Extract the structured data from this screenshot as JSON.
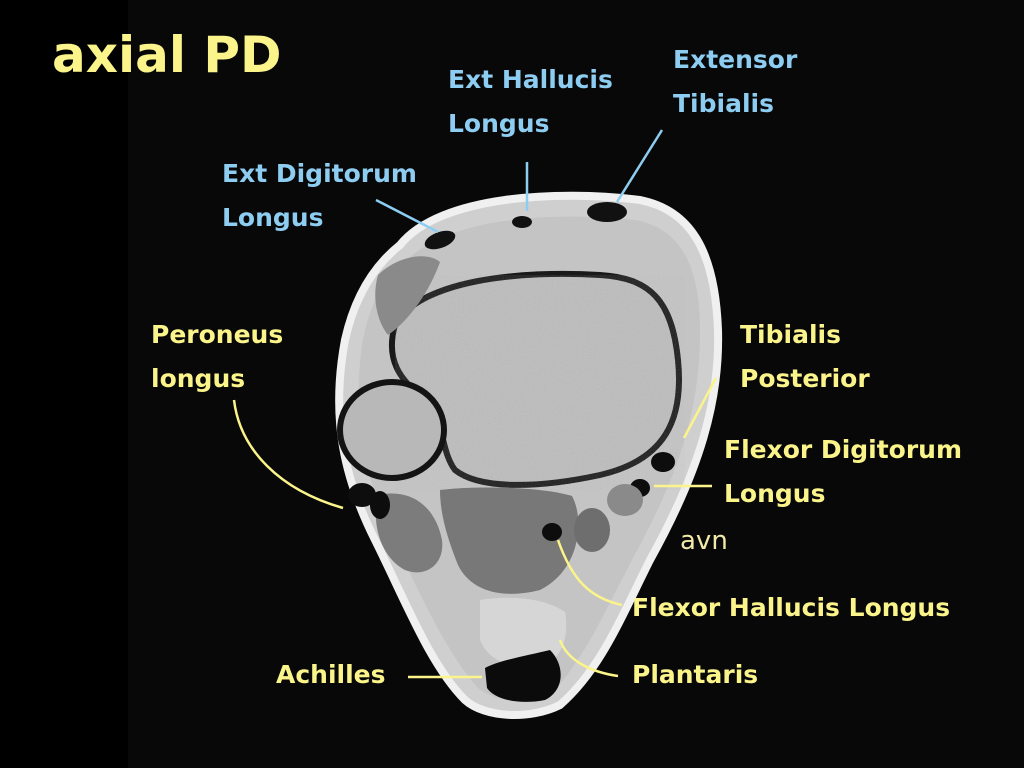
{
  "title": "axial PD",
  "colors": {
    "background": "#000000",
    "scan_panel": "#080808",
    "label_yellow": "#fbf48a",
    "label_blue": "#8ecdf2"
  },
  "labels": {
    "extensor_group": [
      {
        "line1": "Ext Hallucis",
        "line2": "Longus"
      },
      {
        "line1": "Extensor",
        "line2": "Tibialis"
      },
      {
        "line1": "Ext Digitorum",
        "line2": "Longus"
      }
    ],
    "peroneus": {
      "line1": "Peroneus",
      "line2": "longus"
    },
    "tibialis_posterior": {
      "line1": "Tibialis",
      "line2": "Posterior"
    },
    "flexor_digitorum": {
      "line1": "Flexor Digitorum",
      "line2": "Longus"
    },
    "avn": "avn",
    "flexor_hallucis": "Flexor Hallucis Longus",
    "achilles": "Achilles",
    "plantaris": "Plantaris"
  }
}
